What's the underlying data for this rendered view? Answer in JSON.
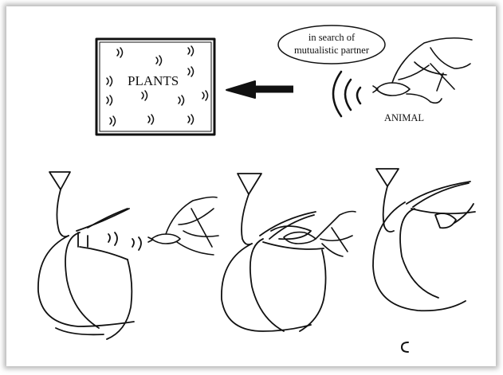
{
  "diagram": {
    "plants_label": "PLANTS",
    "speech_line1": "in search of",
    "speech_line2": "mutualistic partner",
    "animal_label": "ANIMAL",
    "panel_c_label": "C"
  },
  "colors": {
    "ink": "#111111",
    "frame_shadow": "#7a7a7a",
    "background": "#ffffff"
  }
}
